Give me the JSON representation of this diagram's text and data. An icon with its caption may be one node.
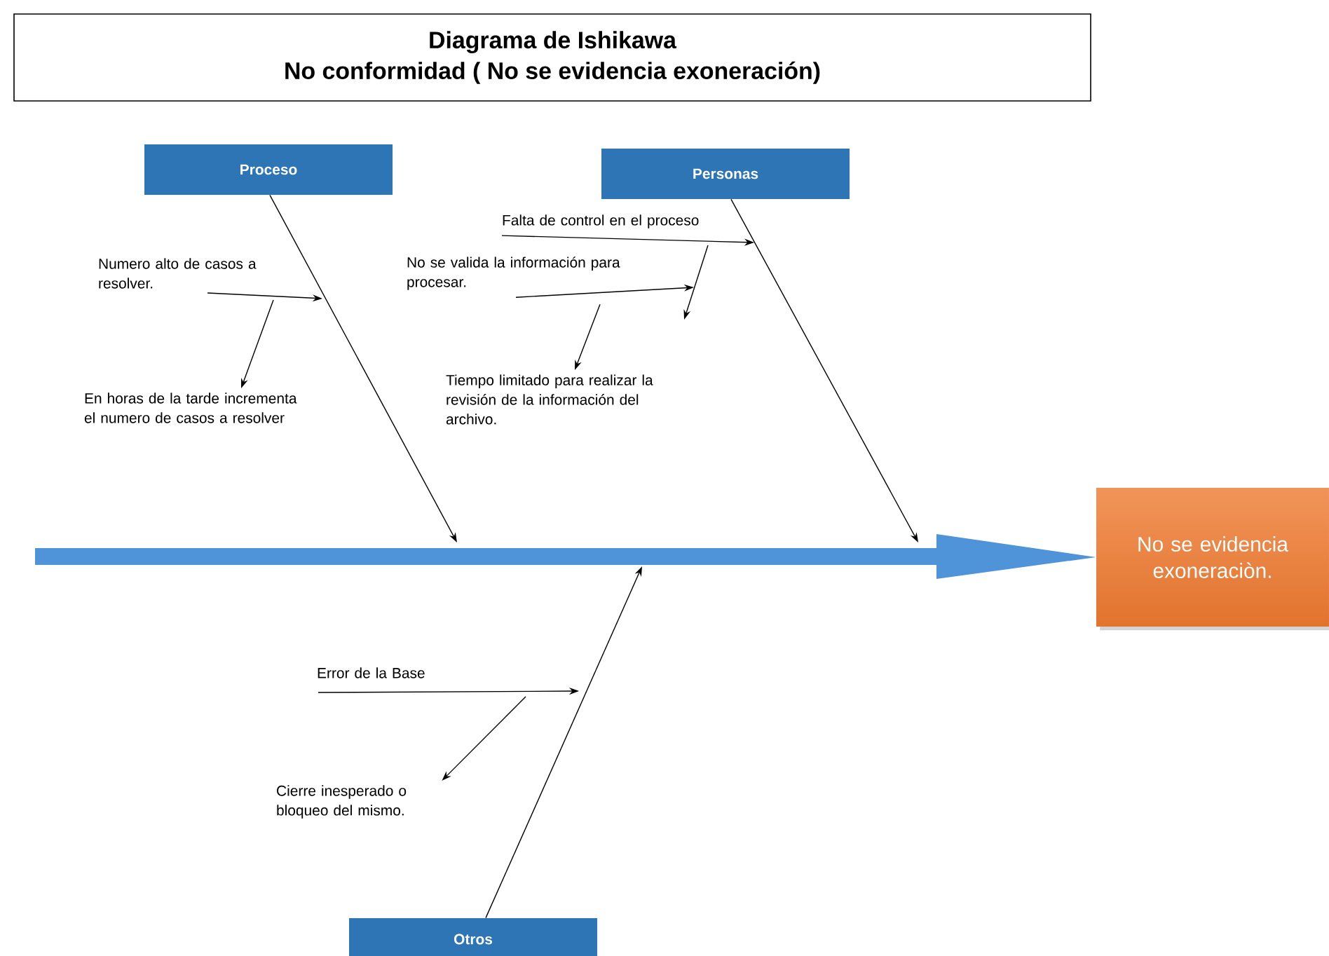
{
  "diagram": {
    "nodes": [
      {
        "text": [
          "Diagrama de Ishikawa",
          "No conformidad ( No se evidencia exoneración)"
        ]
      },
      {
        "text": [
          "Proceso"
        ]
      },
      {
        "text": [
          "Personas"
        ]
      },
      {
        "text": [
          "Otros"
        ]
      },
      {
        "text": [
          "No se evidencia exoneraciòn."
        ]
      },
      {
        "text": [
          "Numero alto de casos a resolver."
        ]
      },
      {
        "text": [
          "En horas de la tarde incrementa el numero de casos a resolver"
        ]
      },
      {
        "text": [
          "Falta de control en el proceso"
        ]
      },
      {
        "text": [
          "No se valida la información para procesar."
        ]
      },
      {
        "text": [
          "Tiempo limitado para realizar la revisión de la información del archivo."
        ]
      },
      {
        "text": [
          "Error de la Base"
        ]
      },
      {
        "text": [
          "Cierre inesperado o bloqueo del mismo."
        ]
      }
    ],
    "edges": [
      {
        "from": null,
        "to": 4,
        "arrow": "to",
        "style": "thick",
        "color": "#4f94d8"
      },
      {
        "from": 1,
        "to": null,
        "arrow": "to"
      },
      {
        "from": 2,
        "to": null,
        "arrow": "to"
      },
      {
        "from": 3,
        "to": null,
        "arrow": "to"
      },
      {
        "from": 5,
        "to": null,
        "arrow": "to"
      },
      {
        "from": 5,
        "to": 6,
        "arrow": "to"
      },
      {
        "from": 7,
        "to": null,
        "arrow": "to"
      },
      {
        "from": 8,
        "to": null,
        "arrow": "to"
      },
      {
        "from": 8,
        "to": 9,
        "arrow": "to"
      },
      {
        "from": 10,
        "to": null,
        "arrow": "to"
      },
      {
        "from": null,
        "to": 11,
        "arrow": "to"
      }
    ]
  }
}
